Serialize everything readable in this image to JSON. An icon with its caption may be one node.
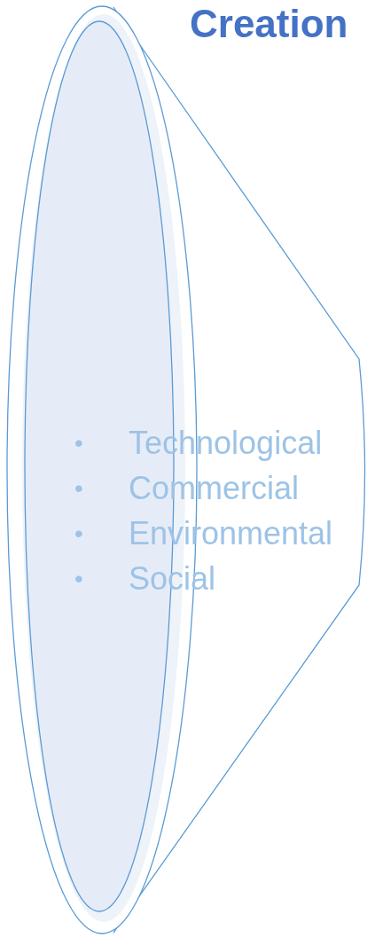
{
  "diagram": {
    "title": "Creation",
    "nodes": [
      {
        "text": [
          "Technological",
          "Commercial",
          "Environmental",
          "Social"
        ]
      }
    ],
    "labels": [
      "•",
      "•",
      "•",
      "•"
    ]
  }
}
